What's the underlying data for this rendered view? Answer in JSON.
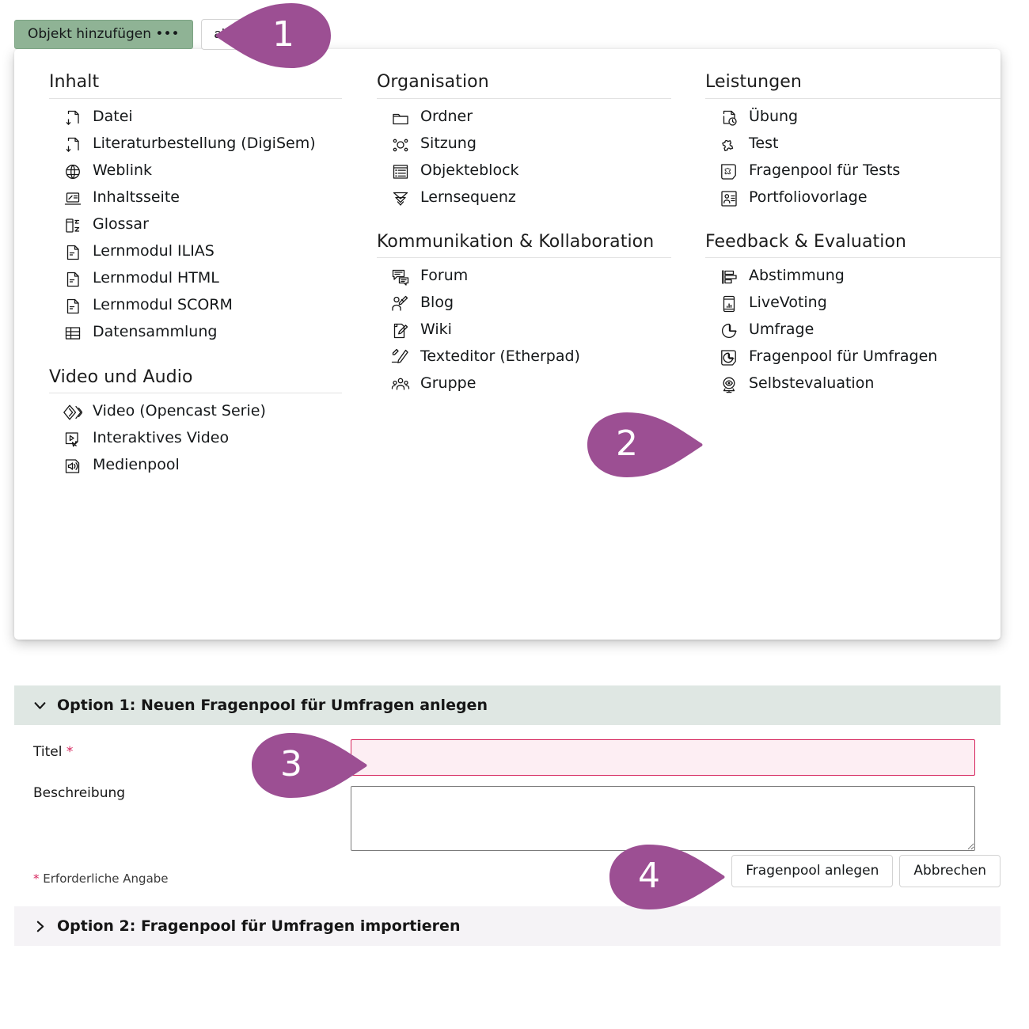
{
  "toolbar": {
    "add_object_label": "Objekt hinzufügen •••",
    "secondary_button_label": "alten"
  },
  "colors": {
    "add_button_green": "#8fb395",
    "callout_purple": "#9c4f93",
    "section_header_green": "#dfe7e3",
    "section_header_grey": "#f5f3f6",
    "required_red": "#d6245c",
    "required_field_bg": "#fdeef3"
  },
  "dropdown": {
    "groups": [
      {
        "column": 1,
        "title": "Inhalt",
        "items": [
          {
            "label": "Datei",
            "icon": "file-download-icon"
          },
          {
            "label": "Literaturbestellung (DigiSem)",
            "icon": "file-download-icon"
          },
          {
            "label": "Weblink",
            "icon": "globe-icon"
          },
          {
            "label": "Inhaltsseite",
            "icon": "content-page-icon"
          },
          {
            "label": "Glossar",
            "icon": "glossary-az-icon"
          },
          {
            "label": "Lernmodul ILIAS",
            "icon": "learning-module-icon"
          },
          {
            "label": "Lernmodul HTML",
            "icon": "learning-module-icon"
          },
          {
            "label": "Lernmodul SCORM",
            "icon": "learning-module-icon"
          },
          {
            "label": "Datensammlung",
            "icon": "table-icon"
          }
        ]
      },
      {
        "column": 1,
        "title": "Video und Audio",
        "items": [
          {
            "label": "Video (Opencast Serie)",
            "icon": "video-series-icon"
          },
          {
            "label": "Interaktives Video",
            "icon": "interactive-video-icon"
          },
          {
            "label": "Medienpool",
            "icon": "media-pool-icon"
          }
        ]
      },
      {
        "column": 2,
        "title": "Organisation",
        "items": [
          {
            "label": "Ordner",
            "icon": "folder-icon"
          },
          {
            "label": "Sitzung",
            "icon": "session-icon"
          },
          {
            "label": "Objekteblock",
            "icon": "object-block-icon"
          },
          {
            "label": "Lernsequenz",
            "icon": "learning-sequence-icon"
          }
        ]
      },
      {
        "column": 2,
        "title": "Kommunikation & Kollaboration",
        "items": [
          {
            "label": "Forum",
            "icon": "forum-icon"
          },
          {
            "label": "Blog",
            "icon": "blog-icon"
          },
          {
            "label": "Wiki",
            "icon": "wiki-icon"
          },
          {
            "label": "Texteditor (Etherpad)",
            "icon": "etherpad-icon"
          },
          {
            "label": "Gruppe",
            "icon": "group-icon"
          }
        ]
      },
      {
        "column": 3,
        "title": "Leistungen",
        "items": [
          {
            "label": "Übung",
            "icon": "exercise-clock-icon"
          },
          {
            "label": "Test",
            "icon": "puzzle-icon"
          },
          {
            "label": "Fragenpool für Tests",
            "icon": "question-pool-tests-icon"
          },
          {
            "label": "Portfoliovorlage",
            "icon": "portfolio-template-icon"
          }
        ]
      },
      {
        "column": 3,
        "title": "Feedback & Evaluation",
        "items": [
          {
            "label": "Abstimmung",
            "icon": "poll-bars-icon"
          },
          {
            "label": "LiveVoting",
            "icon": "live-voting-icon"
          },
          {
            "label": "Umfrage",
            "icon": "survey-pie-icon"
          },
          {
            "label": "Fragenpool für Umfragen",
            "icon": "question-pool-surveys-icon"
          },
          {
            "label": "Selbstevaluation",
            "icon": "self-evaluation-eye-icon"
          }
        ]
      }
    ]
  },
  "form": {
    "option1": {
      "header": "Option 1: Neuen Fragenpool für Umfragen anlegen",
      "expanded_icon": "chevron-down-icon",
      "title_label": "Titel",
      "title_required_mark": "*",
      "title_value": "",
      "description_label": "Beschreibung",
      "description_value": "",
      "required_note_mark": "*",
      "required_note": "Erforderliche Angabe",
      "submit_label": "Fragenpool anlegen",
      "cancel_label": "Abbrechen"
    },
    "option2": {
      "header": "Option 2: Fragenpool für Umfragen importieren",
      "collapsed_icon": "chevron-right-icon"
    }
  },
  "callouts": [
    {
      "number": "1",
      "points_to": "add-object-button"
    },
    {
      "number": "2",
      "points_to": "menu-item-fragenpool-fuer-umfragen"
    },
    {
      "number": "3",
      "points_to": "title-input"
    },
    {
      "number": "4",
      "points_to": "submit-button"
    }
  ]
}
